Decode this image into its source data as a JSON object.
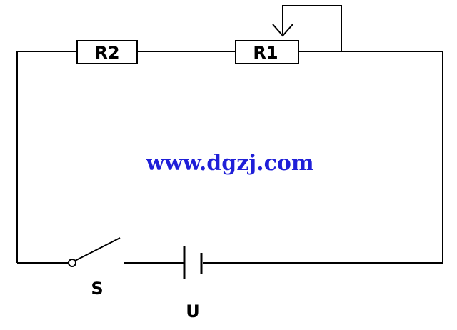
{
  "diagram": {
    "components": {
      "r2": {
        "label": "R2"
      },
      "r1": {
        "label": "R1"
      },
      "switch": {
        "label": "S"
      },
      "battery": {
        "label": "U"
      }
    },
    "watermark": "www.dgzj.com",
    "colors": {
      "wire": "#000000",
      "watermark": "#1f1fd8",
      "background": "#ffffff"
    }
  }
}
